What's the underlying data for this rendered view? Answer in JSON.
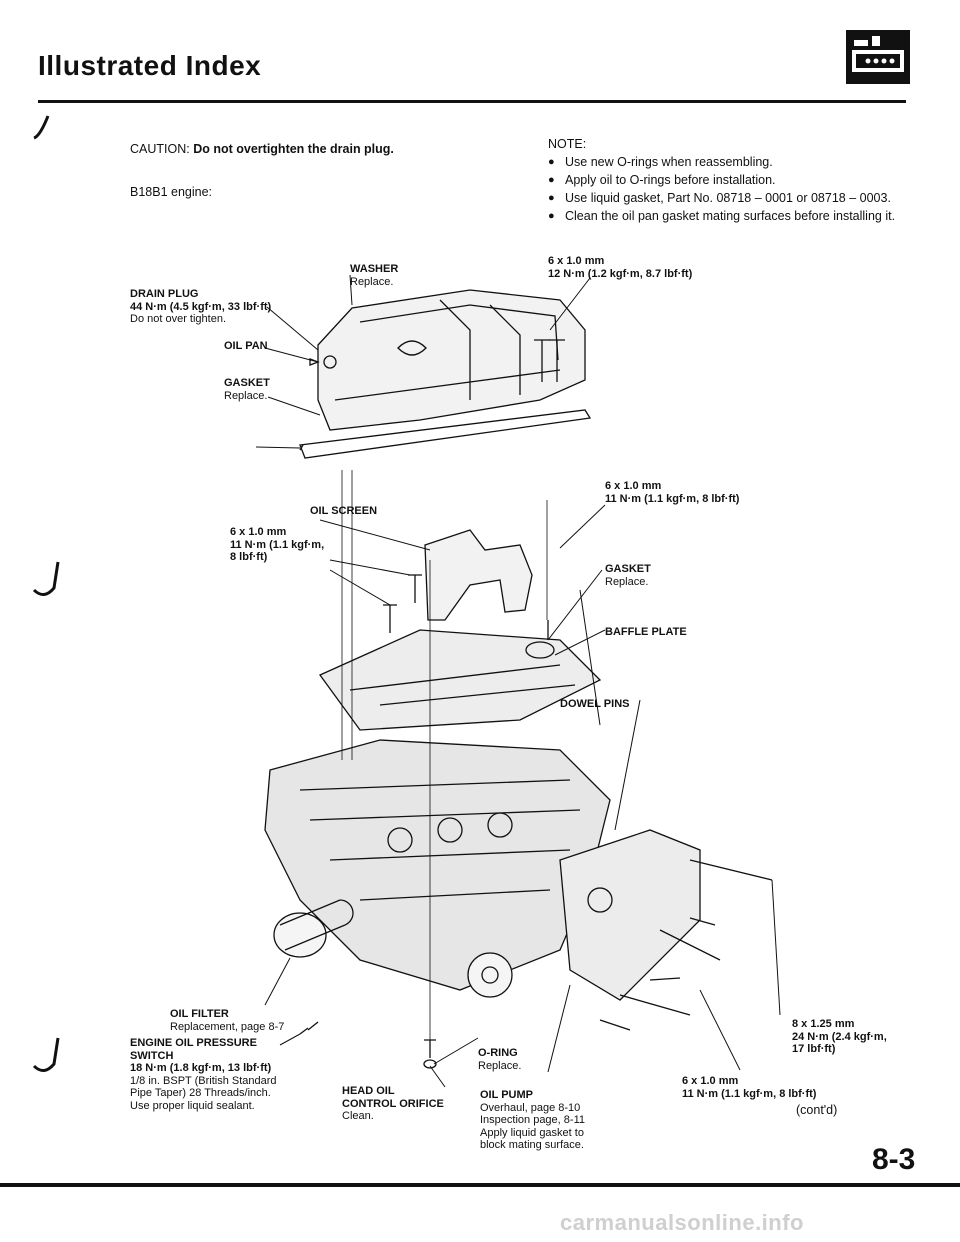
{
  "header": {
    "title": "Illustrated Index",
    "page_number": "8-3"
  },
  "caution": {
    "label": "CAUTION:",
    "text": "Do not overtighten the drain plug."
  },
  "engine": "B18B1 engine:",
  "notes": {
    "title": "NOTE:",
    "items": [
      "Use new O-rings when reassembling.",
      "Apply oil to O-rings before installation.",
      "Use liquid gasket, Part No. 08718 – 0001 or 08718 – 0003.",
      "Clean the oil pan gasket mating surfaces before installing it."
    ]
  },
  "labels": {
    "washer": {
      "name": "WASHER",
      "note": "Replace."
    },
    "drain_plug": {
      "name": "DRAIN PLUG",
      "torque": "44 N·m (4.5 kgf·m, 33 lbf·ft)",
      "note": "Do not over tighten."
    },
    "bolt_pan": {
      "size": "6 x 1.0 mm",
      "torque": "12 N·m (1.2 kgf·m, 8.7 lbf·ft)"
    },
    "oil_pan": "OIL PAN",
    "gasket_pan": {
      "name": "GASKET",
      "note": "Replace."
    },
    "bolt_screen_right": {
      "size": "6 x 1.0 mm",
      "torque": "11 N·m (1.1 kgf·m, 8 lbf·ft)"
    },
    "oil_screen": "OIL SCREEN",
    "bolt_screen_left": {
      "size": "6 x 1.0 mm",
      "torque1": "11 N·m (1.1 kgf·m,",
      "torque2": "8 lbf·ft)"
    },
    "gasket_screen": {
      "name": "GASKET",
      "note": "Replace."
    },
    "baffle_plate": "BAFFLE PLATE",
    "dowel_pins": "DOWEL PINS",
    "oil_filter": {
      "name": "OIL FILTER",
      "note": "Replacement, page 8-7"
    },
    "bolt_8": {
      "size": "8 x 1.25 mm",
      "torque1": "24 N·m (2.4 kgf·m,",
      "torque2": "17 lbf·ft)"
    },
    "pressure_switch": {
      "name1": "ENGINE OIL PRESSURE",
      "name2": "SWITCH",
      "torque": "18 N·m (1.8 kgf·m, 13 lbf·ft)",
      "note1": "1/8 in. BSPT (British Standard",
      "note2": "Pipe Taper) 28 Threads/inch.",
      "note3": "Use proper liquid sealant."
    },
    "o_ring": {
      "name": "O-RING",
      "note": "Replace."
    },
    "orifice": {
      "name1": "HEAD OIL",
      "name2": "CONTROL ORIFICE",
      "note": "Clean."
    },
    "oil_pump": {
      "name": "OIL PUMP",
      "note1": "Overhaul, page 8-10",
      "note2": "Inspection page, 8-11",
      "note3": "Apply liquid gasket to",
      "note4": "block mating surface."
    },
    "bolt_pump": {
      "size": "6 x 1.0 mm",
      "torque": "11 N·m (1.1 kgf·m, 8 lbf·ft)"
    }
  },
  "continued": "(cont'd)",
  "watermark": "carmanualsonline.info"
}
